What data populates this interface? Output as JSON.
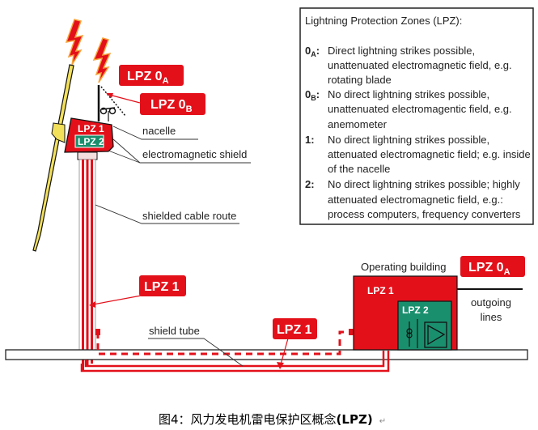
{
  "colors": {
    "red": "#e3101a",
    "green": "#1a8f6e",
    "yellow": "#f3e05a"
  },
  "legend": {
    "title": "Lightning Protection Zones (LPZ):",
    "entries": [
      {
        "key": "0",
        "sub": "A",
        "suffix": ":",
        "lines": [
          "Direct lightning strikes possible,",
          "unattenuated electromagnetic field, e.g.",
          "rotating blade"
        ]
      },
      {
        "key": "0",
        "sub": "B",
        "suffix": ":",
        "lines": [
          "No direct lightning strikes possible,",
          "unattenuated electromagentic field, e.g.",
          "anemometer"
        ]
      },
      {
        "key": "1:",
        "sub": "",
        "suffix": "",
        "lines": [
          "No direct lightning strikes possible,",
          "attenuated electromagnetic field; e.g. inside",
          "of the nacelle"
        ]
      },
      {
        "key": "2:",
        "sub": "",
        "suffix": "",
        "lines": [
          "No direct lightning strikes possible; highly",
          "attenuated electromagnetic field, e.g.:",
          "process computers, frequency converters"
        ]
      }
    ]
  },
  "turbine": {
    "lpz0a": {
      "main": "LPZ 0",
      "sub": "A"
    },
    "lpz0b": {
      "main": "LPZ 0",
      "sub": "B"
    },
    "nacelle_lpz1": "LPZ 1",
    "nacelle_lpz2": "LPZ 2",
    "nacelle_label": "nacelle",
    "shield_label": "electromagnetic shield",
    "cable_label": "shielded cable route",
    "tower_lpz1": "LPZ 1"
  },
  "ground": {
    "shield_tube_label": "shield tube",
    "tube_lpz1": "LPZ 1"
  },
  "building": {
    "title": "Operating building",
    "lpz0a": {
      "main": "LPZ 0",
      "sub": "A"
    },
    "lpz1": "LPZ 1",
    "lpz2": "LPZ 2",
    "outgoing": [
      "outgoing",
      "lines"
    ]
  },
  "caption": {
    "text": "图4：风力发电机雷电保护区概念",
    "bold": "(LPZ)",
    "mark": "↵"
  }
}
